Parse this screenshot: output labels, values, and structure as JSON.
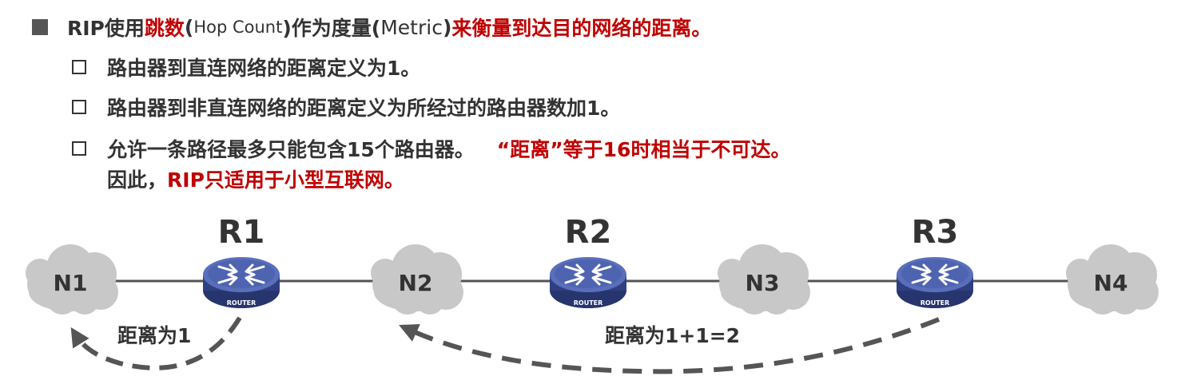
{
  "heading": {
    "part1": "RIP使用",
    "part2": "跳数",
    "part3": "(",
    "part4": "Hop Count",
    "part5": ")作为度量(",
    "part6": "Metric",
    "part7": ")",
    "part8": "来衡量到达目的网络的距离。"
  },
  "bullets": {
    "b1": "路由器到直连网络的距离定义为1。",
    "b2": "路由器到非直连网络的距离定义为所经过的路由器数加1。",
    "b3_a": "允许一条路径最多只能包含15个路由器。",
    "b3_b": "“距离”等于16时相当于不可达。",
    "b3_c": "因此，",
    "b3_d": "RIP只适用于小型互联网。"
  },
  "diagram": {
    "routers": [
      "R1",
      "R2",
      "R3"
    ],
    "router_caption": "ROUTER",
    "networks": [
      "N1",
      "N2",
      "N3",
      "N4"
    ],
    "distance_left": "距离为1",
    "distance_right": "距离为1+1=2"
  },
  "colors": {
    "accent": "#c00000",
    "text": "#333333",
    "cloud": "#c8c8c8",
    "router": "#4a5fa8"
  }
}
